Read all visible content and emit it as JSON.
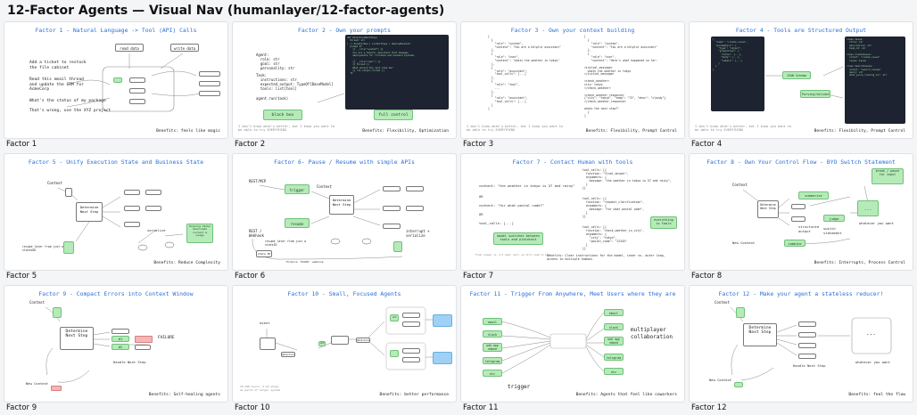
{
  "page_title": "12-Factor Agents — Visual Nav (humanlayer/12-factor-agents)",
  "colors": {
    "title_blue": "#2a6fd6",
    "green_box": "#b6eab9",
    "red_box": "#f4b6b6",
    "blue_box": "#9fd0f5",
    "code_bg": "#1d2330"
  },
  "factors": [
    {
      "label": "Factor 1",
      "title": "Factor 1 - Natural Language -> Tool (API) Calls",
      "texts": [
        "read data",
        "write data",
        "Add a ticket to restock\nthe file cabinet",
        "Read this email thread\nand update the CRM for\nAcmeCorp",
        "What's the status of my package",
        "That's wrong, use the XYZ project"
      ],
      "benefit": "Benefits: feels like magic"
    },
    {
      "label": "Factor 2",
      "title": "Factor 2 - Own your prompts",
      "texts": [
        "Agent:\n  role: str\n  goal: str\n  personality: str",
        "Task:\n  instructions: str\n  expected_output: TypeOf[BaseModel]\n  tools: list[tool]",
        "agent.run(task)",
        "black box",
        "full control",
        "I don't know what's better, but I know you want to\nbe able to try EVERYTHING"
      ],
      "benefit": "Benefits: Flexibility, Optimization"
    },
    {
      "label": "Factor 3",
      "title": "Factor 3 - Own your context building",
      "texts": [
        "[\n  {\n    \"role\": \"system\",\n    \"content\": \"You are a helpful assistant\"\n  },\n  {\n    \"role\": \"user\",\n    \"content\": \"whats the weather in tokyo\"\n  },\n  {\n    \"role\": \"assistant\",\n    \"tool_calls\": [...]\n  },\n  {\n    \"role\": \"tool\",\n    ...\n  },\n  {\n    \"role\": \"assistant\",\n    \"tool_calls\": [...]\n  }\n]",
        "[\n  {\n    \"role\": \"system\",\n    \"content\": \"You are a helpful assistant\"\n  },\n  {\n    \"role\": \"user\",\n    \"content\": \"Here's what happened so far:\n\n<initial_message>\n  whats the weather in tokyo\n</initial_message>\n\n<check_weather>\ncity: tokyo\n</check_weather>\n\n<check_weather_response>\n{\"city\": \"tokyo\", \"temp\": \"73\", \"desc\": \"cloudy\"}\n</check_weather_response>\n\nwhats the next step?\"\n  }\n]",
        "I don't know what's better, but I know you want to\nbe able to try EVERYTHING"
      ],
      "benefit": "Benefits: Flexibility, Prompt Control"
    },
    {
      "label": "Factor 4",
      "title": "Factor 4 - Tools are Structured Output",
      "texts": [
        "JSON Schema",
        "Parsing/Validation",
        "I don't know what's better, but I know you want to\nbe able to try EVERYTHING"
      ],
      "benefit": "Benefits: Flexibility, Prompt Control"
    },
    {
      "label": "Factor 5",
      "title": "Factor 5 - Unify Execution State and Business State",
      "texts": [
        "Context",
        "Determine\nNext\nStep",
        "serialize",
        "resume later from just a\nstatedID",
        "Pausing State\ndownloads\ncontext\n& usage"
      ],
      "benefit": "Benefits: Reduce Complexity"
    },
    {
      "label": "Factor 6",
      "title": "Factor 6- Pause / Resume with simple APIs",
      "texts": [
        "REST/MCP",
        "trigger",
        "Context",
        "Determine\nNext\nStep",
        "resume",
        "REST /\nWebhook",
        "resume later from just a\nstateID",
        "interrupt +\nserialize",
        "Produce 'PAUSE' webhook",
        "state ID"
      ],
      "benefit": ""
    },
    {
      "label": "Factor 7",
      "title": "Factor 7 - Contact Human with tools",
      "texts": [
        "content: \"the weather in tokyo is 57 and rainy\"",
        "OR",
        "content: \"for what postal code?\"",
        "OR",
        "tool_calls: [...]",
        "model switches between\ntools and plaintext",
        "tool_calls: [{\n  function: \"final_answer\",\n  arguments: {\n    message: \"the weather in tokyo is 57 and rainy\",\n  }\n}]",
        "tool_calls: [{\n  function: \"request_clarification\",\n  arguments: {\n    message: \"for what postal code\",\n  }\n}]",
        "tool_calls: [{\n  function: \"check_weather_in_city\",\n  arguments: {\n    \"city\": \"tokyo\",\n    \"postal_code\": \"12345\"\n  }\n}]",
        "everything\nis tools",
        "Benefits: Clear instructions for the model, inner vs. outer loop,\naccess to multiple humans",
        "Final answer vs. Lit need: quit, we still need to kick"
      ],
      "benefit": ""
    },
    {
      "label": "Factor 8",
      "title": "Factor 8 - Own Your Control Flow - BYO Switch Statement",
      "texts": [
        "Context",
        "break /\npause for\ninput",
        "summarize",
        "Determine\nNext\nStep",
        "judge",
        "structured\noutput",
        "switch\nstatement",
        "whatever you want",
        "New Context",
        "combine",
        "..."
      ],
      "benefit": "Benefits: Interrupts, Process Control"
    },
    {
      "label": "Factor 9",
      "title": "Factor 9 - Compact Errors into Context Window",
      "texts": [
        "Context",
        "Determine\nNext\nStep",
        "#1",
        "#2",
        "FAILURE",
        "Handle Next Step",
        "New Context"
      ],
      "benefit": "Benefits: Self-healing agents"
    },
    {
      "label": "Factor 10",
      "title": "Factor 10 - Small, Focused Agents",
      "texts": [
        "event",
        "deterministic",
        "LLM",
        "deterministic",
        "LLM",
        "10-100 tools, 3-10 steps\nas parts of larger system"
      ],
      "benefit": "Benefits: better performance"
    },
    {
      "label": "Factor 11",
      "title": "Factor 11 - Trigger From Anywhere, Meet Users where they are",
      "texts": [
        "email",
        "slack",
        "web app\nembed",
        "telegram",
        "etc",
        "email",
        "slack",
        "web app\nembed",
        "telegram",
        "etc",
        "multiplayer\ncollaboration",
        "trigger"
      ],
      "benefit": "Benefits: Agents that feel like coworkers"
    },
    {
      "label": "Factor 12",
      "title": "Factor 12 - Make your agent a stateless reducer!",
      "texts": [
        "Context",
        "Determine\nNext\nStep",
        "Handle Next Step",
        "...",
        "whatever you want",
        "New Context"
      ],
      "benefit": "Benefits: feel the flow"
    }
  ]
}
